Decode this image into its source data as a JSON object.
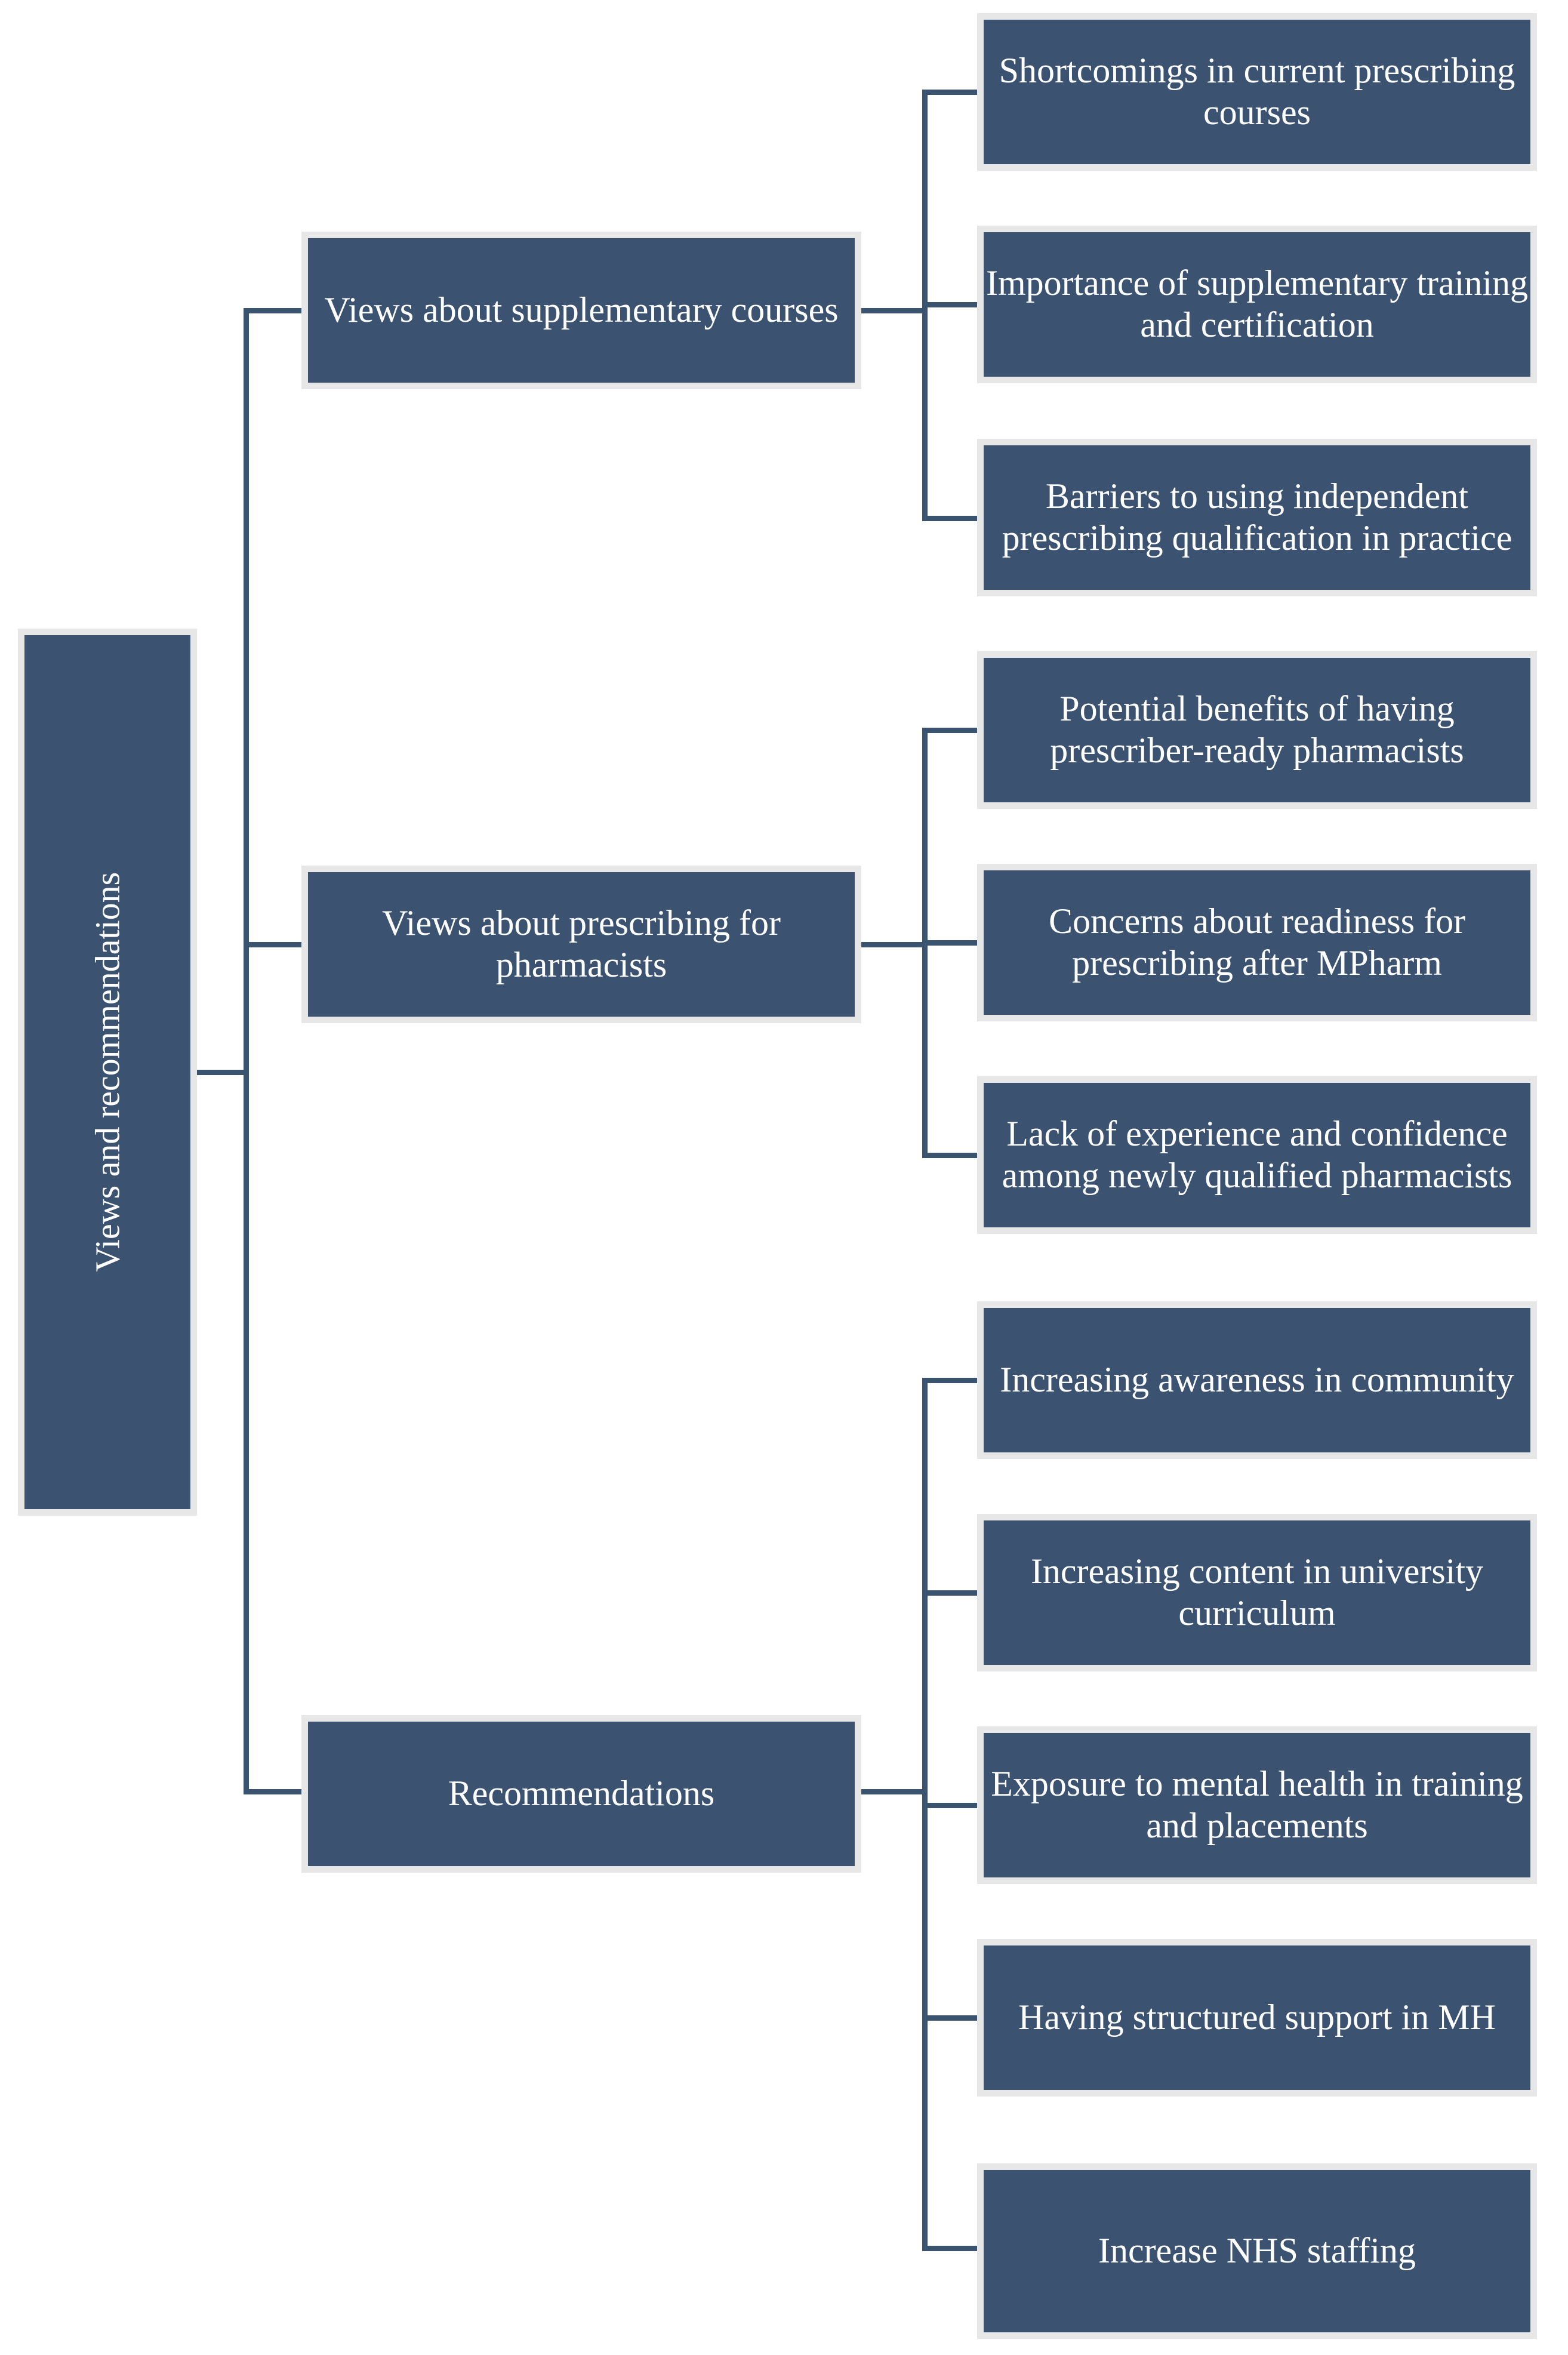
{
  "diagram": {
    "type": "horizontal-tree",
    "title": "Views and recommendations",
    "colors": {
      "node_fill": "#3b5370",
      "node_border": "#e7e7e7",
      "node_text": "#ffffff",
      "connector": "#3a5470",
      "background": "#ffffff"
    },
    "root": {
      "label": "Views and recommendations",
      "orientation": "vertical-rotated"
    },
    "branches": [
      {
        "label": "Views about supplementary courses",
        "children": [
          {
            "label": "Shortcomings in current prescribing courses"
          },
          {
            "label": "Importance of supplementary training and certification"
          },
          {
            "label": "Barriers to using independent prescribing qualification in practice"
          }
        ]
      },
      {
        "label": "Views about prescribing for pharmacists",
        "children": [
          {
            "label": "Potential benefits of having prescriber-ready pharmacists"
          },
          {
            "label": "Concerns about readiness for prescribing after MPharm"
          },
          {
            "label": "Lack of experience and confidence among newly qualified pharmacists"
          }
        ]
      },
      {
        "label": "Recommendations",
        "children": [
          {
            "label": "Increasing awareness in community"
          },
          {
            "label": "Increasing content in university curriculum"
          },
          {
            "label": "Exposure to mental health in training and placements"
          },
          {
            "label": "Having structured support in MH"
          },
          {
            "label": "Increase NHS staffing"
          }
        ]
      }
    ]
  }
}
